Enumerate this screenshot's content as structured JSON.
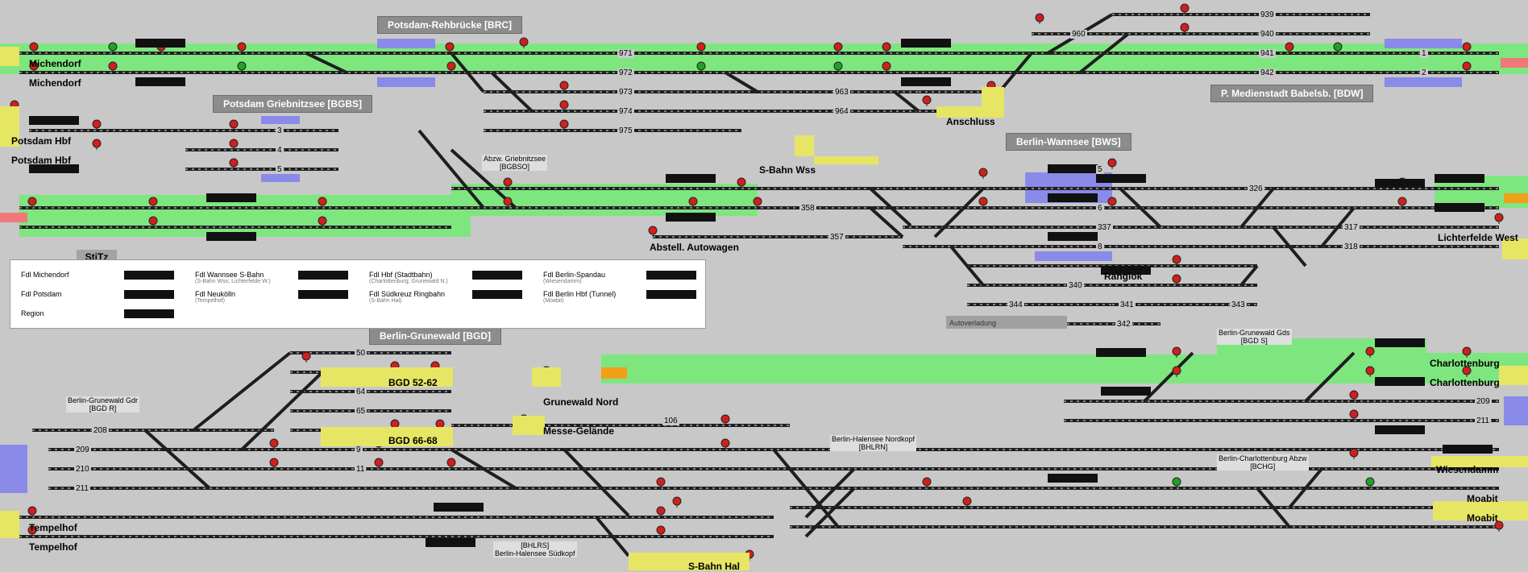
{
  "colors": {
    "background": "#c8c8c8",
    "track": "#1e1e1e",
    "occupied_route": "#7ee67e",
    "signal_red": "#d21e1e",
    "signal_green": "#23a023",
    "platform_blue": "#8a8ae8",
    "yellow_station": "#e6e664",
    "orange_exit": "#f0a018",
    "pink_exit": "#f07878"
  },
  "areas": {
    "potsdam_rehbruecke": "Potsdam-Rehbrücke [BRC]",
    "potsdam_griebnitzsee": "Potsdam Griebnitzsee [BGBS]",
    "berlin_wannsee": "Berlin-Wannsee [BWS]",
    "p_medienstadt": "P. Medienstadt Babelsb. [BDW]",
    "berlin_grunewald": "Berlin-Grunewald [BGD]"
  },
  "stations": {
    "michendorf_1": "Michendorf",
    "michendorf_2": "Michendorf",
    "potsdam_hbf_1": "Potsdam Hbf",
    "potsdam_hbf_2": "Potsdam Hbf",
    "anschluss": "Anschluss",
    "s_bahn_wss": "S-Bahn Wss",
    "abstell_autowagen": "Abstell. Autowagen",
    "lichterfelde_west": "Lichterfelde West",
    "ranglok": "Ranglok",
    "bgd_52_62": "BGD 52-62",
    "grunewald_nord": "Grunewald Nord",
    "messe_gelaende": "Messe-Gelände",
    "bgd_66_68": "BGD 66-68",
    "charlottenburg_1": "Charlottenburg",
    "charlottenburg_2": "Charlottenburg",
    "wiesendamm": "Wiesendamm",
    "moabit_1": "Moabit",
    "moabit_2": "Moabit",
    "tempelhof_1": "Tempelhof",
    "tempelhof_2": "Tempelhof",
    "s_bahn_hal": "S-Bahn Hal"
  },
  "sublabels": {
    "abzw_griebnitzsee": "Abzw. Griebnitzsee",
    "abzw_griebnitzsee_code": "[BGBSO]",
    "grunewald_gdr": "Berlin-Grunewald Gdr",
    "grunewald_gdr_code": "[BGD R]",
    "halensee_nordkopf": "Berlin-Halensee Nordkopf",
    "halensee_nordkopf_code": "[BHLRN]",
    "grunewald_gds": "Berlin-Grunewald Gds",
    "grunewald_gds_code": "[BGD S]",
    "charlottenburg_abzw": "Berlin-Charlottenburg Abzw",
    "charlottenburg_abzw_code": "[BCHG]",
    "halensee_suedkopf_code": "[BHLRS]",
    "halensee_suedkopf": "Berlin-Halensee Südkopf",
    "autoverladung": "Autoverladung"
  },
  "track_numbers": {
    "t971": "971",
    "t972": "972",
    "t973": "973",
    "t974": "974",
    "t975": "975",
    "t963": "963",
    "t964": "964",
    "t960": "960",
    "t939": "939",
    "t940": "940",
    "t941": "941",
    "t942": "942",
    "t1": "1",
    "t2": "2",
    "t3": "3",
    "t4": "4",
    "t5g": "5",
    "t5": "5",
    "t6": "6",
    "t326": "326",
    "t358": "358",
    "t357": "357",
    "t337": "337",
    "t317": "317",
    "t8": "8",
    "t318": "318",
    "t340": "340",
    "t344": "344",
    "t341": "341",
    "t342": "342",
    "t343": "343",
    "t50": "50",
    "t64": "64",
    "t65": "65",
    "t208": "208",
    "t209": "209",
    "t210": "210",
    "t211": "211",
    "t9": "9",
    "t11": "11",
    "t106": "106",
    "t209b": "209",
    "t211b": "211"
  },
  "stitz": {
    "tab": "StiTz",
    "entries": [
      {
        "label": "Fdl Michendorf",
        "sub": ""
      },
      {
        "label": "Fdl Potsdam",
        "sub": ""
      },
      {
        "label": "Region",
        "sub": ""
      },
      {
        "label": "Fdl Wannsee S-Bahn",
        "sub": "(S-Bahn Wss; Lichterfelde W.)"
      },
      {
        "label": "Fdl Neukölln",
        "sub": "(Tempelhof)"
      },
      {
        "label": "Fdl Hbf (Stadtbahn)",
        "sub": "(Charlottenburg; Grunewald N.)"
      },
      {
        "label": "Fdl Südkreuz Ringbahn",
        "sub": "(S-Bahn Hal)"
      },
      {
        "label": "Fdl Berlin-Spandau",
        "sub": "(Wiesendamm)"
      },
      {
        "label": "Fdl Berlin Hbf (Tunnel)",
        "sub": "(Moabit)"
      }
    ]
  }
}
